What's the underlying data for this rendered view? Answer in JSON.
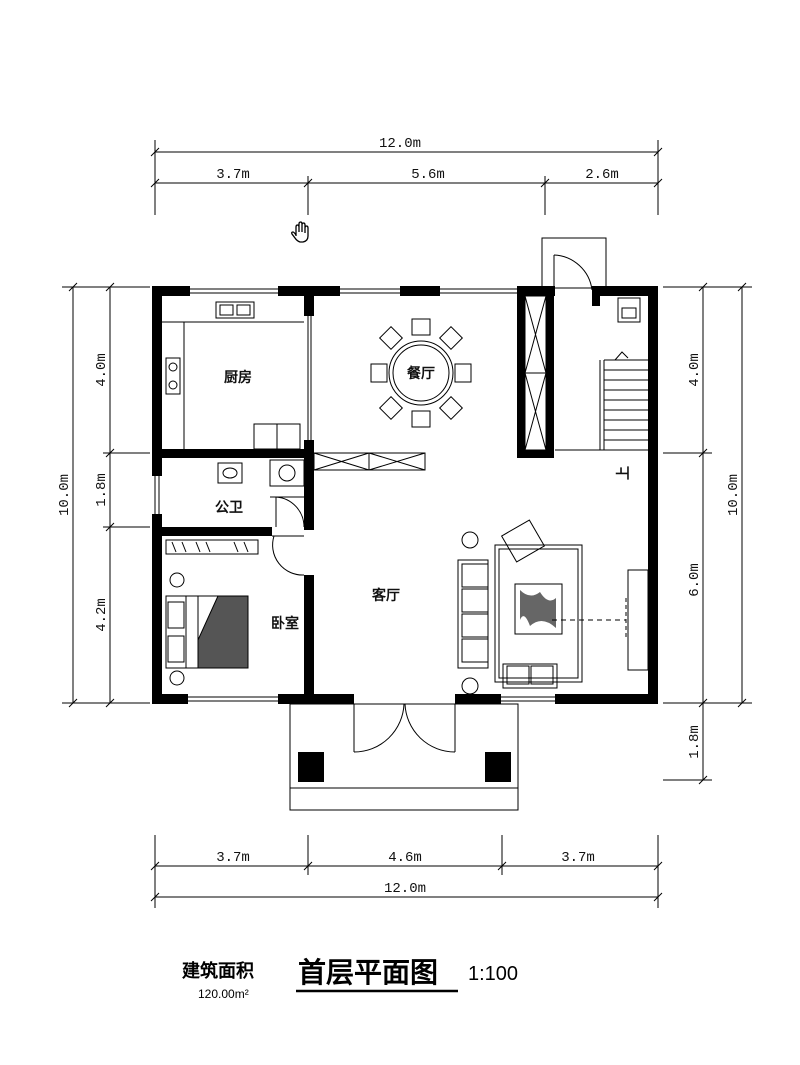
{
  "dimensions": {
    "top_total": "12.0m",
    "top_segments": [
      "3.7m",
      "5.6m",
      "2.6m"
    ],
    "bottom_segments": [
      "3.7m",
      "4.6m",
      "3.7m"
    ],
    "bottom_total": "12.0m",
    "left_total": "10.0m",
    "left_segments": [
      "4.0m",
      "1.8m",
      "4.2m"
    ],
    "right_total": "10.0m",
    "right_segments": [
      "4.0m",
      "6.0m",
      "1.8m"
    ]
  },
  "rooms": {
    "kitchen": "厨房",
    "dining": "餐厅",
    "toilet": "公卫",
    "bedroom": "卧室",
    "living": "客厅",
    "stair_up": "上"
  },
  "title": {
    "area_label": "建筑面积",
    "area_value": "120.00m²",
    "plan_name": "首层平面图",
    "scale": "1:100"
  },
  "icons": [
    "hand-cursor-icon"
  ]
}
